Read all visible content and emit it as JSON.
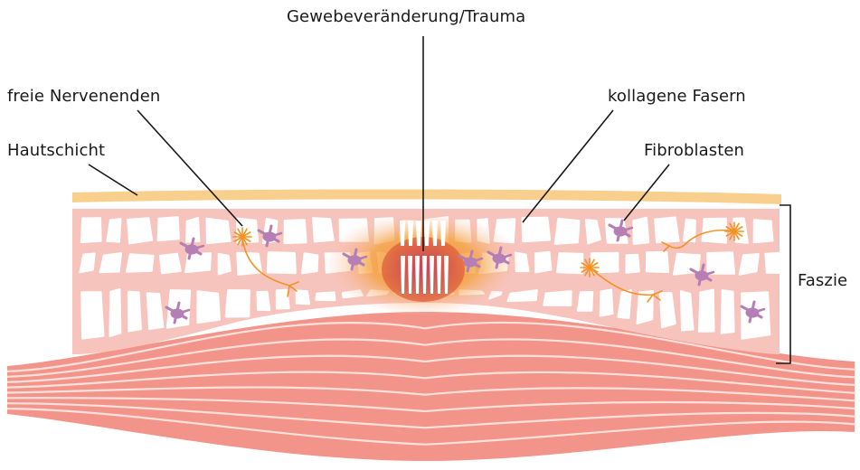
{
  "diagram": {
    "labels": {
      "trauma": "Gewebeveränderung/Trauma",
      "nerves": "freie Nervenenden",
      "skin": "Hautschicht",
      "collagen": "kollagene Fasern",
      "fibroblasts": "Fibroblasten",
      "fascia": "Faszie"
    },
    "colors": {
      "skin": "#f9cf8d",
      "fascia_fibers": "#f7c4bd",
      "muscle": "#f2948a",
      "muscle_stripes": "#ffe1dc",
      "fibroblast": "#b57eb4",
      "nerve": "#f39324",
      "trauma_core": "#c33d6e",
      "trauma_glow": "#f4a13a",
      "leader_lines": "#1a1a1a"
    },
    "icons": {
      "fibroblast": "fibroblast-cell-icon",
      "nerve_ending": "free-nerve-ending-icon"
    }
  }
}
